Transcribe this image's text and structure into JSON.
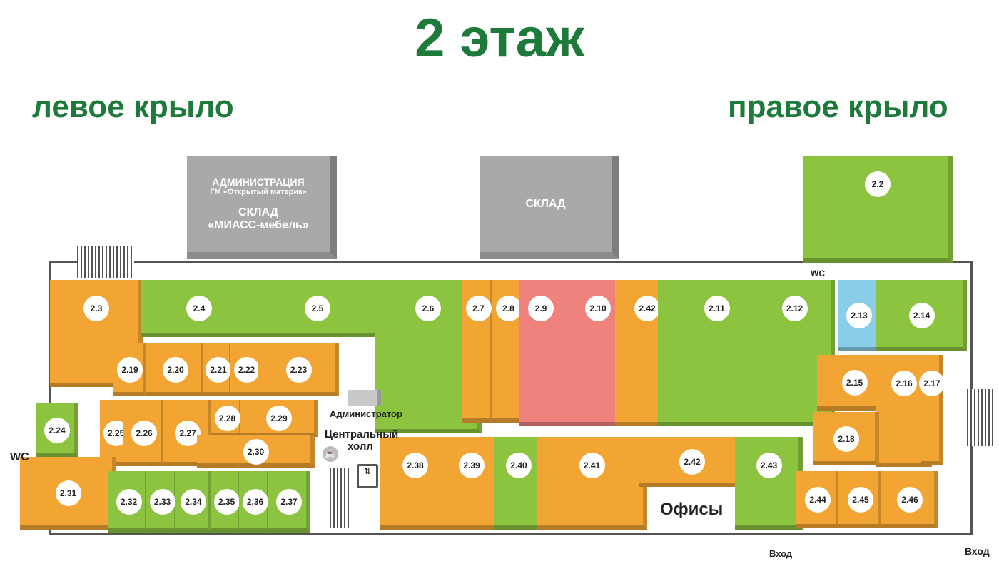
{
  "title": "2 этаж",
  "left_wing": "левое крыло",
  "right_wing": "правое крыло",
  "admin_block": {
    "line1": "АДМИНИСТРАЦИЯ",
    "line2": "ГМ «Открытый материк»",
    "line3": "СКЛАД",
    "line4": "«МИАСС-мебель»"
  },
  "warehouse": "СКЛАД",
  "labels": {
    "administrator": "Администратор",
    "hall": "Центральный холл",
    "offices": "Офисы",
    "wc_left": "WC",
    "wc_right": "WC",
    "entrance_center": "Вход",
    "entrance_right": "Вход"
  },
  "colors": {
    "orange": "#f3a533",
    "green": "#8cc43f",
    "red": "#f0827e",
    "blue": "#8acde9"
  },
  "units": [
    {
      "id": "2.2",
      "color": "green"
    },
    {
      "id": "2.3",
      "color": "orange"
    },
    {
      "id": "2.4",
      "color": "green"
    },
    {
      "id": "2.5",
      "color": "green"
    },
    {
      "id": "2.6",
      "color": "green"
    },
    {
      "id": "2.7",
      "color": "orange"
    },
    {
      "id": "2.8",
      "color": "orange"
    },
    {
      "id": "2.9",
      "color": "red"
    },
    {
      "id": "2.10",
      "color": "red"
    },
    {
      "id": "2.42",
      "color": "orange"
    },
    {
      "id": "2.11",
      "color": "green"
    },
    {
      "id": "2.12",
      "color": "green"
    },
    {
      "id": "2.13",
      "color": "blue"
    },
    {
      "id": "2.14",
      "color": "green"
    },
    {
      "id": "2.15",
      "color": "orange"
    },
    {
      "id": "2.16",
      "color": "orange"
    },
    {
      "id": "2.17",
      "color": "orange"
    },
    {
      "id": "2.18",
      "color": "orange"
    },
    {
      "id": "2.19",
      "color": "orange"
    },
    {
      "id": "2.20",
      "color": "orange"
    },
    {
      "id": "2.21",
      "color": "orange"
    },
    {
      "id": "2.22",
      "color": "orange"
    },
    {
      "id": "2.23",
      "color": "orange"
    },
    {
      "id": "2.24",
      "color": "green"
    },
    {
      "id": "2.25",
      "color": "orange"
    },
    {
      "id": "2.26",
      "color": "orange"
    },
    {
      "id": "2.27",
      "color": "orange"
    },
    {
      "id": "2.28",
      "color": "orange"
    },
    {
      "id": "2.29",
      "color": "orange"
    },
    {
      "id": "2.30",
      "color": "orange"
    },
    {
      "id": "2.31",
      "color": "orange"
    },
    {
      "id": "2.32",
      "color": "green"
    },
    {
      "id": "2.33",
      "color": "green"
    },
    {
      "id": "2.34",
      "color": "green"
    },
    {
      "id": "2.35",
      "color": "green"
    },
    {
      "id": "2.36",
      "color": "green"
    },
    {
      "id": "2.37",
      "color": "green"
    },
    {
      "id": "2.38",
      "color": "orange"
    },
    {
      "id": "2.39",
      "color": "orange"
    },
    {
      "id": "2.40",
      "color": "green"
    },
    {
      "id": "2.41",
      "color": "orange"
    },
    {
      "id": "2.42",
      "color": "orange"
    },
    {
      "id": "2.43",
      "color": "green"
    },
    {
      "id": "2.44",
      "color": "orange"
    },
    {
      "id": "2.45",
      "color": "orange"
    },
    {
      "id": "2.46",
      "color": "orange"
    }
  ]
}
